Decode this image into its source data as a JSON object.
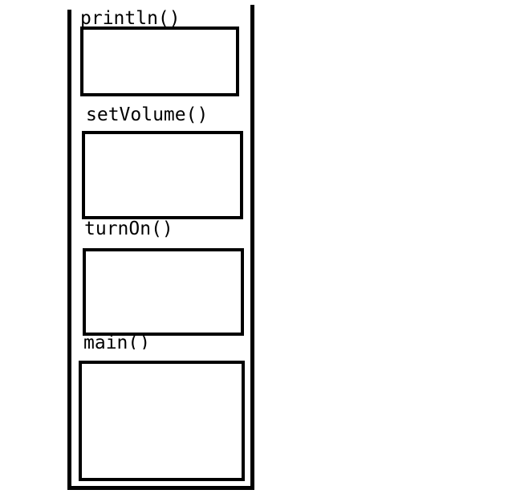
{
  "stack": {
    "frames": [
      {
        "label": "println()"
      },
      {
        "label": "setVolume()"
      },
      {
        "label": "turnOn()"
      },
      {
        "label": "main()"
      }
    ]
  },
  "colors": {
    "line": "#000000",
    "background": "#ffffff"
  }
}
